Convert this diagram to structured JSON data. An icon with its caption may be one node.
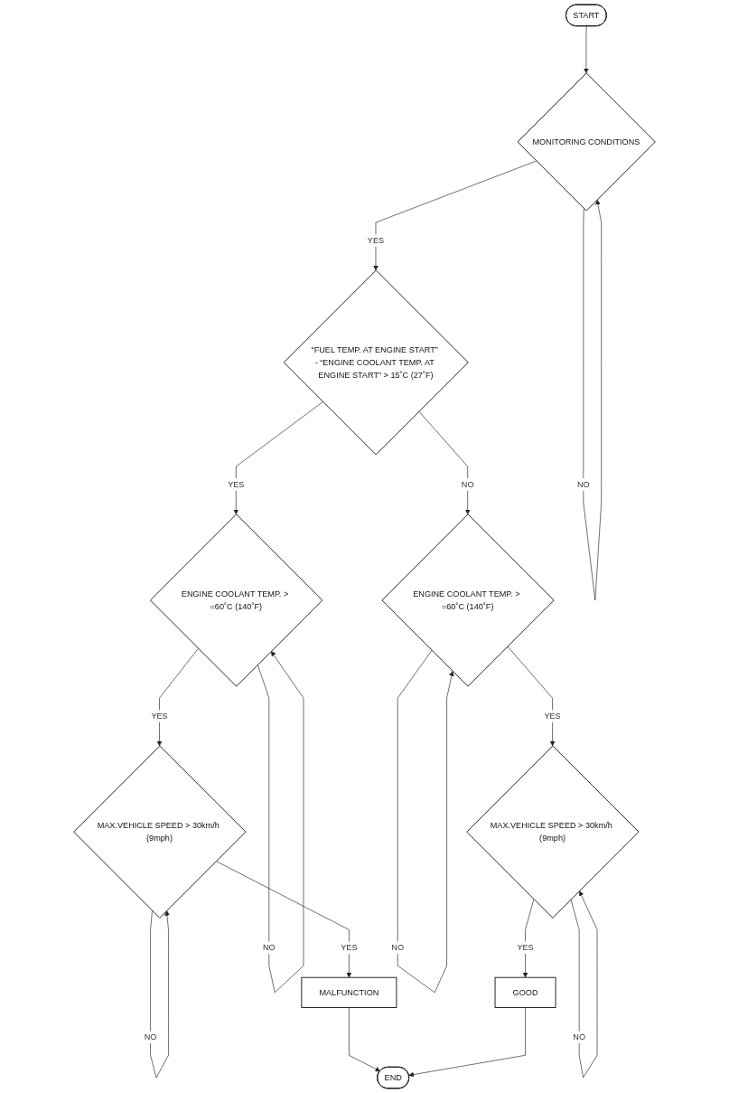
{
  "diagram": {
    "nodes": [
      {
        "text": [
          "START"
        ]
      },
      {
        "text": [
          "MONITORING CONDITIONS"
        ]
      },
      {
        "text": [
          "“FUEL TEMP. AT ENGINE START” - “ENGINE COOLANT TEMP. AT ENGINE START” > 15˚C (27˚F)"
        ]
      },
      {
        "text": [
          "ENGINE COOLANT TEMP. > =60˚C (140˚F)"
        ]
      },
      {
        "text": [
          "MAX.VEHICLE SPEED > 30km/h (9mph)"
        ]
      },
      {
        "text": [
          "MALFUNCTION"
        ]
      },
      {
        "text": [
          "ENGINE COOLANT TEMP. > =60˚C (140˚F)"
        ]
      },
      {
        "text": [
          "MAX.VEHICLE SPEED > 30km/h (9mph)"
        ]
      },
      {
        "text": [
          "GOOD"
        ]
      },
      {
        "text": [
          "END"
        ]
      }
    ],
    "edges": [
      {
        "from": 0,
        "to": 1,
        "arrow": "to"
      },
      {
        "from": 1,
        "to": 1,
        "arrow": "to",
        "label": "NO"
      },
      {
        "from": 1,
        "to": 2,
        "arrow": "to",
        "label": "YES"
      },
      {
        "from": 2,
        "to": 3,
        "arrow": "to",
        "label": "YES"
      },
      {
        "from": 2,
        "to": 6,
        "arrow": "to",
        "label": "NO"
      },
      {
        "from": 3,
        "to": 3,
        "arrow": "to",
        "label": "NO"
      },
      {
        "from": 3,
        "to": 4,
        "arrow": "to",
        "label": "YES"
      },
      {
        "from": 4,
        "to": 4,
        "arrow": "to",
        "label": "NO"
      },
      {
        "from": 4,
        "to": 5,
        "arrow": "to",
        "label": "YES"
      },
      {
        "from": 6,
        "to": 6,
        "arrow": "to",
        "label": "NO"
      },
      {
        "from": 6,
        "to": 7,
        "arrow": "to",
        "label": "YES"
      },
      {
        "from": 7,
        "to": 7,
        "arrow": "to",
        "label": "NO"
      },
      {
        "from": 7,
        "to": 8,
        "arrow": "to",
        "label": "YES"
      },
      {
        "from": 5,
        "to": 9,
        "arrow": "to"
      },
      {
        "from": 8,
        "to": 9,
        "arrow": "to"
      }
    ]
  }
}
